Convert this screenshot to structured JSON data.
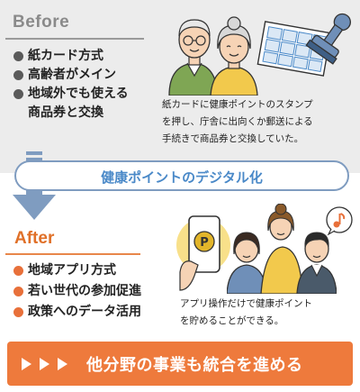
{
  "before": {
    "title": "Before",
    "items": [
      "紙カード方式",
      "高齢者がメイン",
      "地域外でも使える",
      "商品券と交換"
    ],
    "caption": [
      "紙カードに健康ポイントのスタンプ",
      "を押し、庁舎に出向くか郵送による",
      "手続きで商品券と交換していた。"
    ]
  },
  "banner": {
    "label": "健康ポイントのデジタル化"
  },
  "after": {
    "title": "After",
    "items": [
      "地域アプリ方式",
      "若い世代の参加促進",
      "政策へのデータ活用"
    ],
    "caption": [
      "アプリ操作だけで健康ポイント",
      "を貯めることができる。"
    ]
  },
  "bottom": {
    "text": "他分野の事業も統合を進める"
  },
  "colors": {
    "accent_orange": "#ee7a3c",
    "accent_blue": "#4a89c8",
    "before_bg": "#ececec"
  },
  "icons": [
    "elderly-couple-icon",
    "stamp-card-icon",
    "stamp-icon",
    "smartphone-point-icon",
    "young-people-icon",
    "music-note-icon",
    "down-arrow-icon"
  ]
}
